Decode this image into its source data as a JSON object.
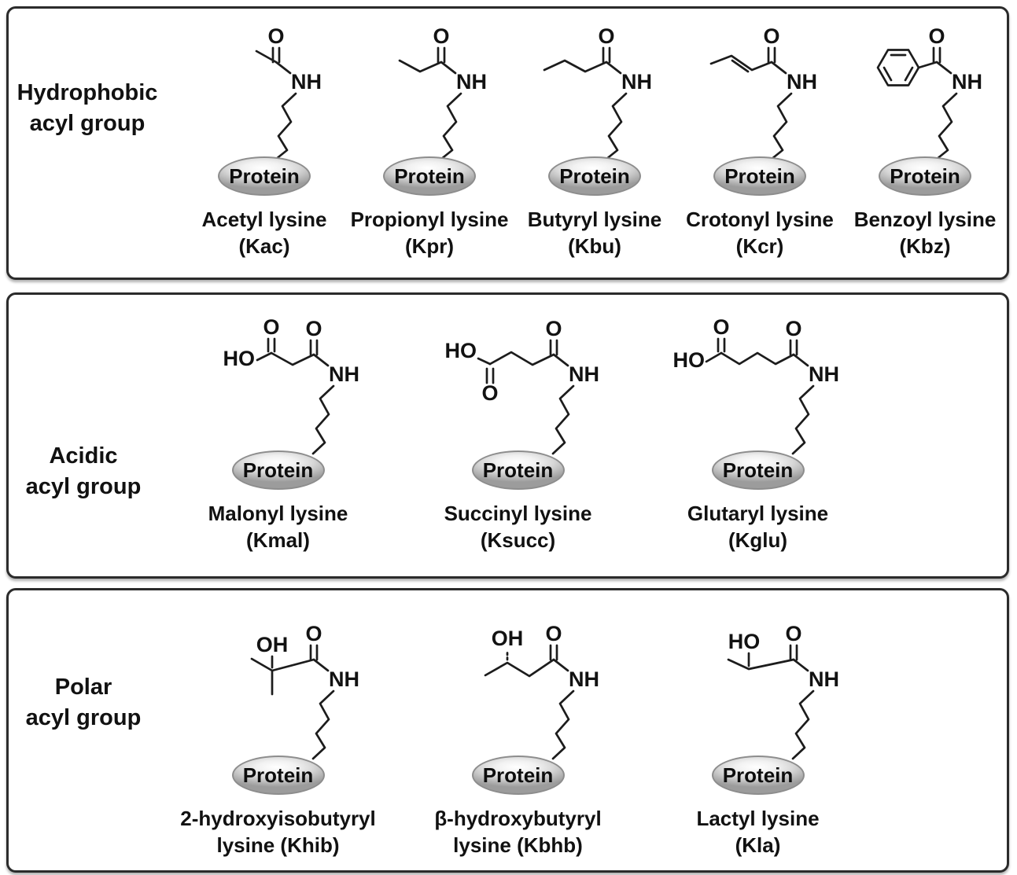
{
  "figure": {
    "type": "chemical-structure-diagram",
    "protein_label": "Protein",
    "atoms": {
      "O": "O",
      "NH": "NH",
      "HO": "HO",
      "OH": "OH"
    }
  },
  "panels": [
    {
      "id": "hydrophobic",
      "label": [
        "Hydrophobic",
        "acyl group"
      ],
      "structures": [
        {
          "id": "kac",
          "name": "Acetyl lysine",
          "code": "(Kac)"
        },
        {
          "id": "kpr",
          "name": "Propionyl lysine",
          "code": "(Kpr)"
        },
        {
          "id": "kbu",
          "name": "Butyryl lysine",
          "code": "(Kbu)"
        },
        {
          "id": "kcr",
          "name": "Crotonyl lysine",
          "code": "(Kcr)"
        },
        {
          "id": "kbz",
          "name": "Benzoyl lysine",
          "code": "(Kbz)"
        }
      ]
    },
    {
      "id": "acidic",
      "label": [
        "Acidic",
        "acyl group"
      ],
      "structures": [
        {
          "id": "kmal",
          "name": "Malonyl lysine",
          "code": "(Kmal)"
        },
        {
          "id": "ksucc",
          "name": "Succinyl lysine",
          "code": "(Ksucc)"
        },
        {
          "id": "kglu",
          "name": "Glutaryl lysine",
          "code": "(Kglu)"
        }
      ]
    },
    {
      "id": "polar",
      "label": [
        "Polar",
        "acyl group"
      ],
      "structures": [
        {
          "id": "khib",
          "name": "2-hydroxyisobutyryl",
          "code": "lysine (Khib)"
        },
        {
          "id": "kbhb",
          "name": "β-hydroxybutyryl",
          "code": "lysine (Kbhb)"
        },
        {
          "id": "kla",
          "name": "Lactyl lysine",
          "code": "(Kla)"
        }
      ]
    }
  ]
}
